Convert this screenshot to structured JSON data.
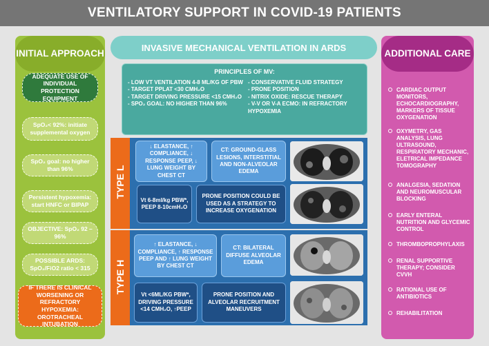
{
  "title": "VENTILATORY SUPPORT IN COVID-19 PATIENTS",
  "left": {
    "header": "INITIAL APPROACH",
    "items": [
      "ADEQUATE USE OF INDIVIDUAL PROTECTION EQUIPMENT",
      "SpO₂< 92%: initiate supplemental oxygen",
      "SpO₂ goal: no higher than 96%",
      "Persistent hypoxemia: start HNFC or BIPAP",
      "OBJECTIVE: SpO₂ 92 – 96%",
      "POSSIBLE ARDS: SpO₂/FiO2 ratio < 315"
    ],
    "escalation": "IF THERE IS CLINICAL WORSENING OR REFRACTORY HYPOXEMIA: OROTRACHEAL INTUBATION"
  },
  "center": {
    "header": "INVASIVE MECHANICAL VENTILATION IN ARDS",
    "principles_title": "PRINCIPLES OF MV:",
    "principles_left": [
      "- LOW VT VENTILATION 4-8 ML/KG OF PBW",
      "- TARGET PPLAT <30 CMH₂O",
      "- TARGET DRIVING PRESSURE <15 CMH₂O",
      "- SPO₂ GOAL: NO HIGHER THAN 96%"
    ],
    "principles_right": [
      "- CONSERVATIVE FLUID STRATEGY",
      "- PRONE POSITION",
      "- NITRIX OXIDE: RESCUE THERAPY",
      "- V-V OR V-A ECMO: IN REFRACTORY HYPOXEMIA"
    ],
    "type_l": {
      "label": "TYPE L",
      "mechanics": "↓ ELASTANCE, ↑ COMPLIANCE, ↓ RESPONSE PEEP, ↓ LUNG WEIGHT BY CHEST CT",
      "ct": "CT: GROUND-GLASS LESIONS, INTERSTITIAL AND NON-ALVEOLAR EDEMA",
      "vent": "Vt 6-8ml/kg PBW*, PEEP 8-10cmH₂O",
      "prone": "PRONE POSITION COULD BE USED AS A STRATEGY TO INCREASE OXYGENATION"
    },
    "type_h": {
      "label": "TYPE H",
      "mechanics": "↑ ELASTANCE, ↓ COMPLIANCE, ↑ RESPONSE PEEP AND ↑ LUNG WEIGHT BY CHEST CT",
      "ct": "CT: BILATERAL DIFFUSE ALVEOLAR EDEMA",
      "vent": "Vt <6ML/KG PBW*, DRIVING PRESSURE <14 CMH₂O, ↑PEEP",
      "prone": "PRONE POSITION AND ALVEOLAR RECRUITMENT MANEUVERS"
    }
  },
  "right": {
    "header": "ADDITIONAL CARE",
    "items": [
      "CARDIAC OUTPUT MONITORS, ECHOCARDIOGRAPHY, MARKERS OF TISSUE OXYGENATION",
      "OXYMETRY, GAS ANALYSIS, LUNG ULTRASOUND, RESPIRATORY MECHANIC, ELETRICAL IMPEDANCE TOMOGRAPHY",
      "ANALGESIA, SEDATION AND NEUROMUSCULAR BLOCKING",
      "EARLY ENTERAL NUTRITION AND GLYCEMIC CONTROL",
      "THROMBOPROPHYLAXIS",
      "RENAL SUPPORTIVE THERAPY; CONSIDER CVVH",
      "RATIONAL USE OF ANTIBIOTICS",
      "REHABILITATION"
    ]
  },
  "colors": {
    "title_bar": "#757575",
    "left_green": "#9bc23d",
    "center_teal": "#7ecfc9",
    "type_blue": "#2c6fae",
    "accent_orange": "#ec6b1a",
    "right_magenta": "#d25aae"
  }
}
